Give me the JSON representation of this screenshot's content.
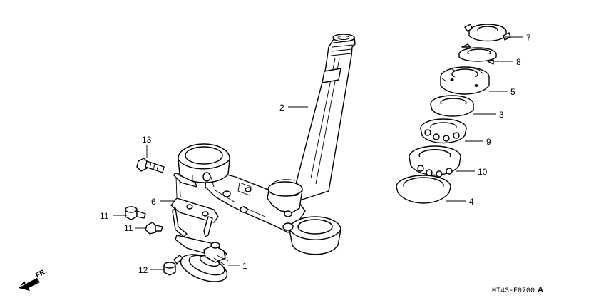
{
  "callouts": {
    "c1": "1",
    "c2": "2",
    "c3": "3",
    "c4": "4",
    "c5": "5",
    "c6": "6",
    "c7": "7",
    "c8": "8",
    "c9": "9",
    "c10": "10",
    "c11a": "11",
    "c11b": "11",
    "c12": "12",
    "c13": "13"
  },
  "direction_label": "FR.",
  "diagram_code": {
    "main": "MT43-F0700",
    "suffix": "A"
  }
}
